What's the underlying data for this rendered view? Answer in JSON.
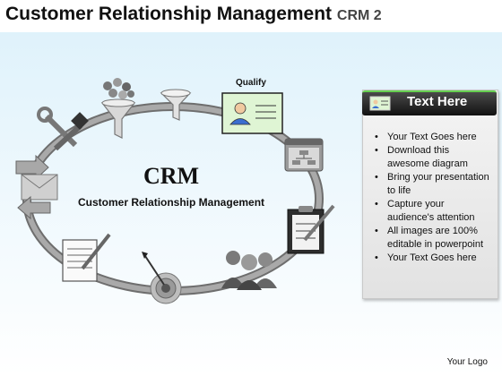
{
  "title": {
    "main": "Customer Relationship Management",
    "suffix": "CRM 2"
  },
  "center": {
    "heading": "CRM",
    "subheading": "Customer Relationship Management"
  },
  "labels": {
    "qualify": "Qualify"
  },
  "panel": {
    "title": "Text Here",
    "items": [
      "Your Text Goes here",
      "Download this awesome diagram",
      "Bring your presentation to life",
      "Capture your audience's attention",
      "All images are 100% editable in powerpoint",
      "Your Text Goes here"
    ]
  },
  "footer": {
    "logo": "Your Logo"
  },
  "colors": {
    "ring": "#8a8a8a",
    "accent_green": "#66d050",
    "header_dark": "#1c1c1c",
    "card_green": "#dff5d4"
  },
  "icons": [
    "funnel-icon",
    "funnel-icon",
    "contact-card-icon",
    "flowchart-window-icon",
    "clipboard-icon",
    "team-icon",
    "target-icon",
    "document-icon",
    "email-icon",
    "tools-icon"
  ]
}
